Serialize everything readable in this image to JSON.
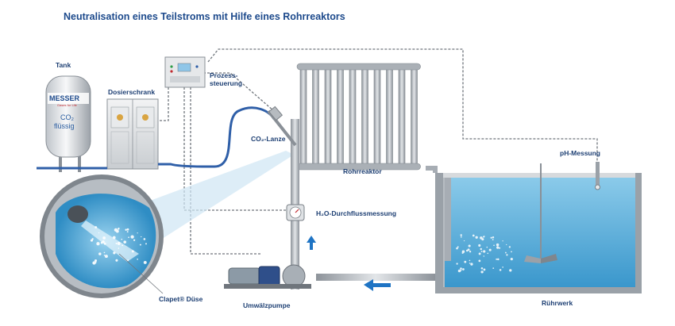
{
  "title": "Neutralisation eines Teilstroms mit Hilfe eines Rohrreaktors",
  "labels": {
    "tank": "Tank",
    "dosierschrank": "Dosierschrank",
    "prozess_line1": "Prozess-",
    "prozess_line2": "steuerung",
    "co2_lanze": "CO₂-Lanze",
    "rohrreaktor": "Rohrreaktor",
    "ph_messung": "pH-Messung",
    "durchfluss": "H₂O-Durchflussmessung",
    "clapet": "Clapet® Düse",
    "umwaelzpumpe": "Umwälzpumpe",
    "ruehrwerk": "Rührwerk"
  },
  "tank": {
    "brand": "MESSER",
    "tagline": "Gases for Life",
    "content_line1": "CO₂",
    "content_line2": "flüssig"
  },
  "colors": {
    "title": "#1d4a8c",
    "label": "#1d3f73",
    "water": "#4aa8d8",
    "pipe_gray": "#a7adb4",
    "hose_blue": "#2f5fa8",
    "arrow_blue": "#1f74c4",
    "brand_red": "#c0282e"
  },
  "reactor": {
    "tube_count": 10
  }
}
